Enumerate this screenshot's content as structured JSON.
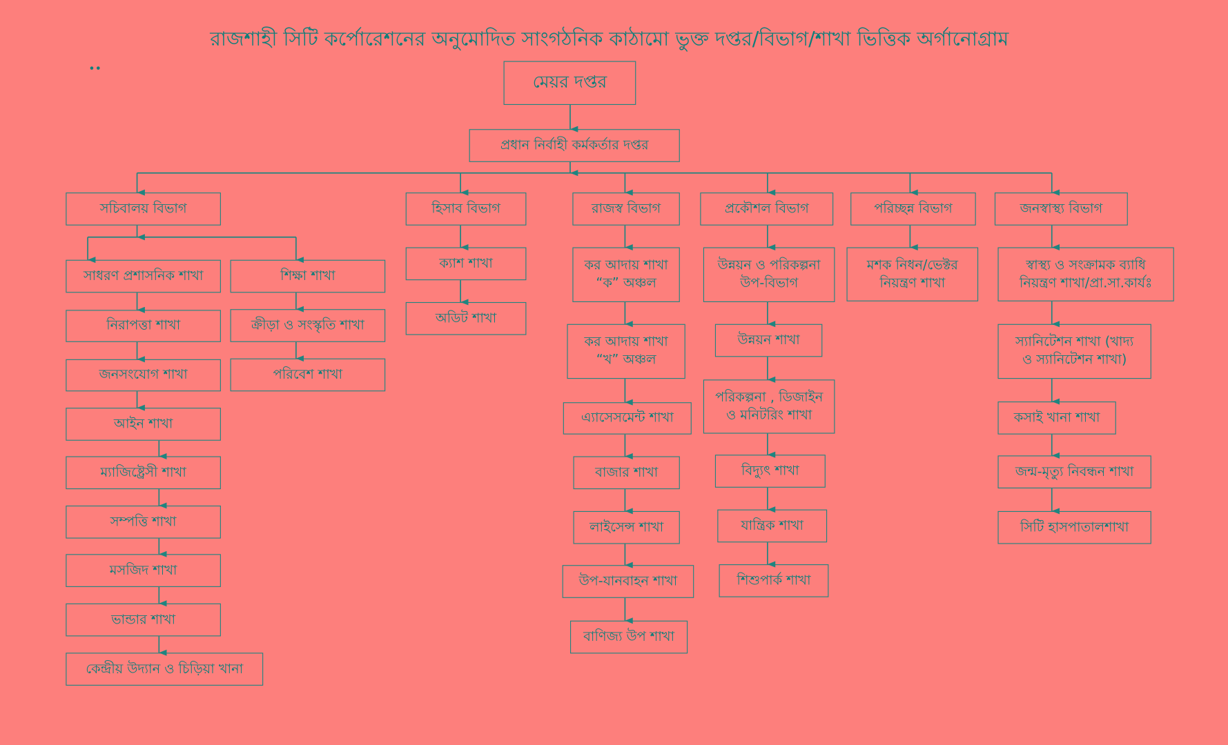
{
  "title": "রাজশাহী সিটি কর্পোরেশনের অনুমোদিত সাংগঠনিক কাঠামো ভুক্ত দপ্তর/বিভাগ/শাখা ভিত্তিক অর্গানোগ্রাম",
  "marker": "••",
  "mayor": "মেয়র দপ্তর",
  "ceo": "প্রধান নির্বাহী কর্মকর্তার দপ্তর",
  "departments": {
    "secretariat": {
      "label": "সচিবালয় বিভাগ",
      "branches_a": [
        "সাধরণ প্রশাসনিক শাখা",
        "নিরাপত্তা শাখা",
        "জনসংযোগ শাখা",
        "আইন শাখা",
        "ম্যাজিষ্ট্রেসী শাখা",
        "সম্পত্তি শাখা",
        "মসজিদ শাখা",
        "ভান্ডার শাখা",
        "কেন্দ্রীয় উদ্যান ও চিড়িয়া খানা"
      ],
      "branches_b": [
        "শিক্ষা শাখা",
        "ক্রীড়া ও সংস্কৃতি শাখা",
        "পরিবেশ শাখা"
      ]
    },
    "accounts": {
      "label": "হিসাব বিভাগ",
      "branches": [
        "ক্যাশ শাখা",
        "অডিট শাখা"
      ]
    },
    "revenue": {
      "label": "রাজস্ব বিভাগ",
      "branches": [
        "কর আদায় শাখা\n“ক” অঞ্চল",
        "কর আদায় শাখা\n“খ” অঞ্চল",
        "এ্যাসেসমেন্ট শাখা",
        "বাজার শাখা",
        "লাইসেন্স শাখা",
        "উপ-যানবাহন শাখা",
        "বাণিজ্য উপ শাখা"
      ]
    },
    "engineering": {
      "label": "প্রকৌশল বিভাগ",
      "branches": [
        "উন্নয়ন ও পরিকল্পনা\nউপ-বিভাগ",
        "উন্নয়ন শাখা",
        "পরিকল্পনা , ডিজাইন\nও মনিটরিং শাখা",
        "বিদ্যুৎ শাখা",
        "যান্ত্রিক শাখা",
        "শিশুপার্ক শাখা"
      ]
    },
    "conservancy": {
      "label": "পরিচ্ছন্ন বিভাগ",
      "branches": [
        "মশক নিধন/ভেক্টর\nনিয়ন্ত্রণ শাখা"
      ]
    },
    "health": {
      "label": "জনস্বাস্থ্য বিভাগ",
      "branches": [
        "স্বাস্থ্য ও সংক্রামক ব্যাধি\nনিয়ন্ত্রণ শাখা/প্রা.সা.কার্যঃ",
        "স্যানিটেশন শাখা (খাদ্য\nও স্যানিটেশন শাখা)",
        "কসাই খানা শাখা",
        "জন্ম-মৃত্যু নিবন্ধন শাখা",
        "সিটি হাসপাতালশাখা"
      ]
    }
  }
}
